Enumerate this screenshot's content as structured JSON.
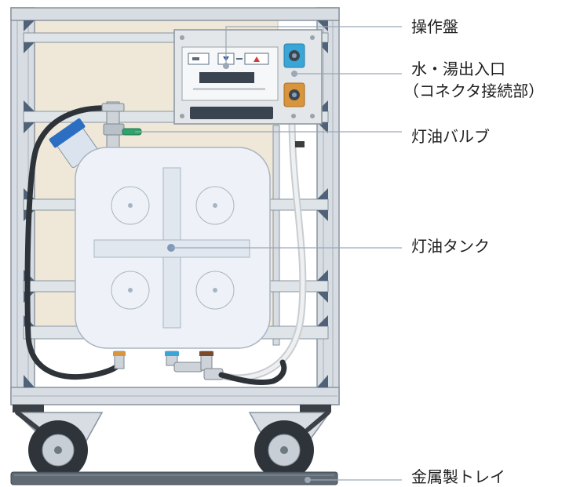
{
  "labels": {
    "control_panel": "操作盤",
    "connector_line1": "水・湯出入口",
    "connector_line2": "（コネクタ接続部）",
    "kerosene_valve": "灯油バルブ",
    "kerosene_tank": "灯油タンク",
    "metal_tray": "金属製トレイ"
  },
  "colors": {
    "frame": "#d7dde3",
    "frame_edge": "#8a949e",
    "corner_bracket": "#4f6277",
    "back_panel": "#efe8d9",
    "tank": "#eef2f8",
    "tank_edge": "#a9b4c2",
    "hose": "#2d3338",
    "valve_handle": "#2fa36b",
    "connector_blue": "#39a6d8",
    "connector_orange": "#d9953b",
    "callout_line": "#9aa8b7",
    "tray": "#5f6a74"
  }
}
